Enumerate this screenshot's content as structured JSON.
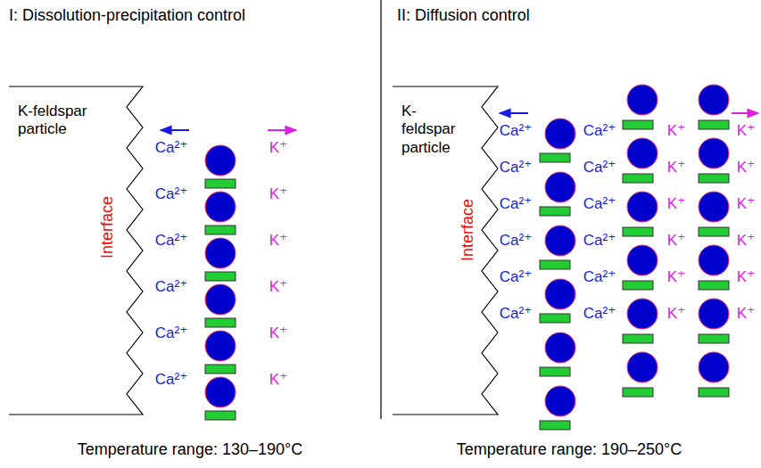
{
  "diagram": {
    "nodes": [
      {
        "text": [
          "K-feldspar particle"
        ]
      },
      {
        "text": [
          "K-feldspar particle"
        ]
      }
    ],
    "labels": [
      "I: Dissolution-precipitation control",
      "II: Diffusion control",
      "Interface",
      "Interface",
      "Temperature range: 130–190°C",
      "Temperature range: 190–250°C",
      "Ca²⁺",
      "Ca²⁺",
      "Ca²⁺",
      "Ca²⁺",
      "Ca²⁺",
      "Ca²⁺",
      "K⁺",
      "K⁺",
      "K⁺",
      "K⁺",
      "K⁺",
      "K⁺",
      "Ca²⁺",
      "Ca²⁺",
      "Ca²⁺",
      "Ca²⁺",
      "Ca²⁺",
      "Ca²⁺",
      "Ca²⁺",
      "Ca²⁺",
      "Ca²⁺",
      "Ca²⁺",
      "Ca²⁺",
      "Ca²⁺",
      "K⁺",
      "K⁺",
      "K⁺",
      "K⁺",
      "K⁺",
      "K⁺",
      "K⁺",
      "K⁺",
      "K⁺",
      "K⁺",
      "K⁺",
      "K⁺"
    ]
  }
}
